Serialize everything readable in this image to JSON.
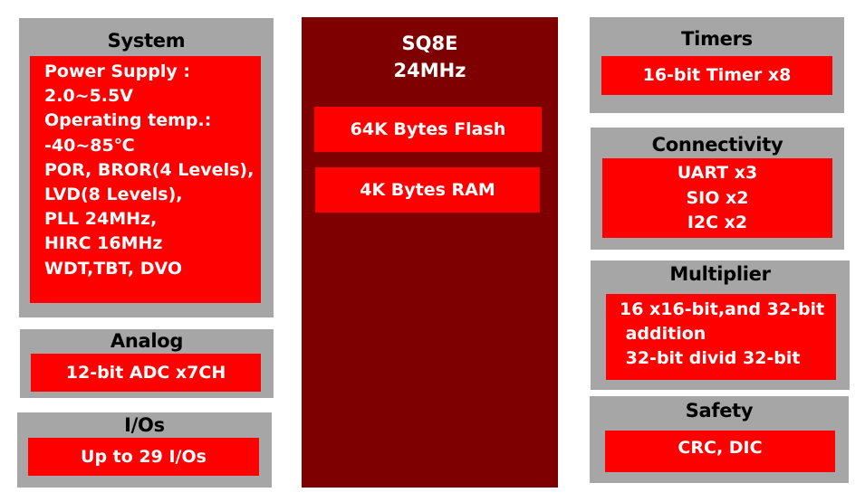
{
  "core": {
    "name": "SQ8E",
    "clock": "24MHz",
    "flash": "64K Bytes Flash",
    "ram": "4K Bytes RAM"
  },
  "system": {
    "title": "System",
    "lines": [
      "Power Supply :",
      "2.0~5.5V",
      "Operating temp.:",
      "-40~85℃",
      "POR, BROR(4 Levels),",
      "LVD(8 Levels),",
      "PLL 24MHz,",
      "HIRC 16MHz",
      "WDT,TBT, DVO"
    ]
  },
  "analog": {
    "title": "Analog",
    "item": "12-bit ADC x7CH"
  },
  "ios": {
    "title": "I/Os",
    "item": "Up to 29 I/Os"
  },
  "timers": {
    "title": "Timers",
    "item": "16-bit Timer x8"
  },
  "connectivity": {
    "title": "Connectivity",
    "lines": [
      "UART x3",
      "SIO x2",
      "I2C x2"
    ]
  },
  "multiplier": {
    "title": "Multiplier",
    "lines": [
      "16 x16-bit,and 32-bit",
      " addition",
      " 32-bit divid 32-bit"
    ]
  },
  "safety": {
    "title": "Safety",
    "item": "CRC, DIC"
  },
  "colors": {
    "panel": "#a6a6a6",
    "block": "#ff0000",
    "core": "#7f0000"
  }
}
